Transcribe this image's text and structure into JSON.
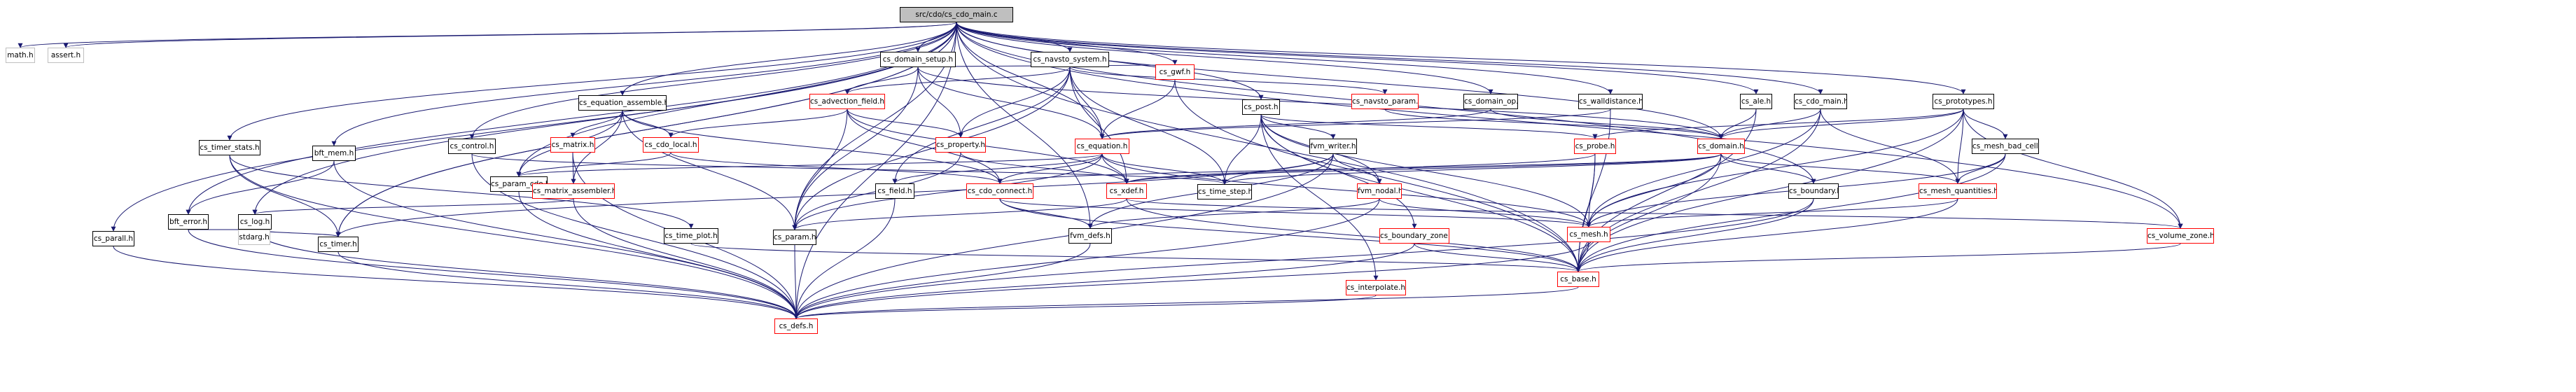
{
  "diagram": {
    "nodes": [
      {
        "id": "cs_cdo_main_c",
        "label": "src/cdo/cs_cdo_main.c",
        "kind": "root"
      },
      {
        "id": "math_h",
        "label": "math.h",
        "kind": "gray"
      },
      {
        "id": "assert_h",
        "label": "assert.h",
        "kind": "gray"
      },
      {
        "id": "cs_parall_h",
        "label": "cs_parall.h",
        "kind": "normal"
      },
      {
        "id": "bft_error_h",
        "label": "bft_error.h",
        "kind": "normal"
      },
      {
        "id": "cs_timer_stats_h",
        "label": "cs_timer_stats.h",
        "kind": "normal"
      },
      {
        "id": "cs_log_h",
        "label": "cs_log.h",
        "kind": "normal"
      },
      {
        "id": "stdarg_h",
        "label": "stdarg.h",
        "kind": "gray"
      },
      {
        "id": "cs_timer_h",
        "label": "cs_timer.h",
        "kind": "normal"
      },
      {
        "id": "bft_mem_h",
        "label": "bft_mem.h",
        "kind": "normal"
      },
      {
        "id": "cs_control_h",
        "label": "cs_control.h",
        "kind": "normal"
      },
      {
        "id": "cs_equation_assemble_h",
        "label": "cs_equation_assemble.h",
        "kind": "normal"
      },
      {
        "id": "cs_param_cdo_h",
        "label": "cs_param_cdo.h",
        "kind": "normal"
      },
      {
        "id": "cs_matrix_h",
        "label": "cs_matrix.h",
        "kind": "red"
      },
      {
        "id": "cs_matrix_assembler_h",
        "label": "cs_matrix_assembler.h",
        "kind": "red"
      },
      {
        "id": "cs_cdo_local_h",
        "label": "cs_cdo_local.h",
        "kind": "red"
      },
      {
        "id": "cs_domain_setup_h",
        "label": "cs_domain_setup.h",
        "kind": "normal"
      },
      {
        "id": "cs_advection_field_h",
        "label": "cs_advection_field.h",
        "kind": "red"
      },
      {
        "id": "cs_property_h",
        "label": "cs_property.h",
        "kind": "red"
      },
      {
        "id": "cs_time_plot_h",
        "label": "cs_time_plot.h",
        "kind": "normal"
      },
      {
        "id": "cs_param_h",
        "label": "cs_param.h",
        "kind": "normal"
      },
      {
        "id": "cs_defs_h",
        "label": "cs_defs.h",
        "kind": "red"
      },
      {
        "id": "cs_field_h",
        "label": "cs_field.h",
        "kind": "normal"
      },
      {
        "id": "cs_navsto_system_h",
        "label": "cs_navsto_system.h",
        "kind": "normal"
      },
      {
        "id": "cs_gwf_h",
        "label": "cs_gwf.h",
        "kind": "red"
      },
      {
        "id": "cs_equation_h",
        "label": "cs_equation.h",
        "kind": "red"
      },
      {
        "id": "cs_cdo_connect_h",
        "label": "cs_cdo_connect.h",
        "kind": "red"
      },
      {
        "id": "cs_xdef_h",
        "label": "cs_xdef.h",
        "kind": "red"
      },
      {
        "id": "fvm_defs_h",
        "label": "fvm_defs.h",
        "kind": "normal"
      },
      {
        "id": "cs_time_step_h",
        "label": "cs_time_step.h",
        "kind": "normal"
      },
      {
        "id": "cs_post_h",
        "label": "cs_post.h",
        "kind": "normal"
      },
      {
        "id": "cs_navsto_param_h",
        "label": "cs_navsto_param.h",
        "kind": "red"
      },
      {
        "id": "fvm_writer_h",
        "label": "fvm_writer.h",
        "kind": "normal"
      },
      {
        "id": "fvm_nodal_h",
        "label": "fvm_nodal.h",
        "kind": "red"
      },
      {
        "id": "cs_boundary_zone_h",
        "label": "cs_boundary_zone.h",
        "kind": "red"
      },
      {
        "id": "cs_interpolate_h",
        "label": "cs_interpolate.h",
        "kind": "red"
      },
      {
        "id": "cs_domain_op_h",
        "label": "cs_domain_op.h",
        "kind": "normal"
      },
      {
        "id": "cs_walldistance_h",
        "label": "cs_walldistance.h",
        "kind": "normal"
      },
      {
        "id": "cs_probe_h",
        "label": "cs_probe.h",
        "kind": "red"
      },
      {
        "id": "cs_domain_h",
        "label": "cs_domain.h",
        "kind": "red"
      },
      {
        "id": "cs_mesh_h",
        "label": "cs_mesh.h",
        "kind": "red"
      },
      {
        "id": "cs_base_h",
        "label": "cs_base.h",
        "kind": "red"
      },
      {
        "id": "cs_ale_h",
        "label": "cs_ale.h",
        "kind": "normal"
      },
      {
        "id": "cs_cdo_main_h",
        "label": "cs_cdo_main.h",
        "kind": "normal"
      },
      {
        "id": "cs_boundary_h",
        "label": "cs_boundary.h",
        "kind": "normal"
      },
      {
        "id": "cs_prototypes_h",
        "label": "cs_prototypes.h",
        "kind": "normal"
      },
      {
        "id": "cs_mesh_bad_cells_h",
        "label": "cs_mesh_bad_cells.h",
        "kind": "normal"
      },
      {
        "id": "cs_mesh_quantities_h",
        "label": "cs_mesh_quantities.h",
        "kind": "red"
      },
      {
        "id": "cs_volume_zone_h",
        "label": "cs_volume_zone.h",
        "kind": "red"
      }
    ],
    "edges": [
      [
        "cs_cdo_main_c",
        "math_h"
      ],
      [
        "cs_cdo_main_c",
        "assert_h"
      ],
      [
        "cs_cdo_main_c",
        "cs_parall_h"
      ],
      [
        "cs_cdo_main_c",
        "bft_error_h"
      ],
      [
        "cs_cdo_main_c",
        "cs_timer_stats_h"
      ],
      [
        "cs_cdo_main_c",
        "cs_log_h"
      ],
      [
        "cs_cdo_main_c",
        "cs_timer_h"
      ],
      [
        "cs_cdo_main_c",
        "bft_mem_h"
      ],
      [
        "cs_cdo_main_c",
        "cs_control_h"
      ],
      [
        "cs_cdo_main_c",
        "cs_equation_assemble_h"
      ],
      [
        "cs_cdo_main_c",
        "cs_domain_setup_h"
      ],
      [
        "cs_cdo_main_c",
        "cs_navsto_system_h"
      ],
      [
        "cs_cdo_main_c",
        "cs_gwf_h"
      ],
      [
        "cs_cdo_main_c",
        "cs_post_h"
      ],
      [
        "cs_cdo_main_c",
        "cs_domain_op_h"
      ],
      [
        "cs_cdo_main_c",
        "cs_walldistance_h"
      ],
      [
        "cs_cdo_main_c",
        "cs_ale_h"
      ],
      [
        "cs_cdo_main_c",
        "cs_cdo_main_h"
      ],
      [
        "cs_cdo_main_c",
        "cs_prototypes_h"
      ],
      [
        "cs_cdo_main_c",
        "cs_defs_h"
      ],
      [
        "cs_cdo_main_c",
        "cs_base_h"
      ],
      [
        "cs_cdo_main_c",
        "cs_equation_h"
      ],
      [
        "cs_cdo_main_c",
        "cs_param_cdo_h"
      ],
      [
        "cs_cdo_main_c",
        "cs_timer_h"
      ],
      [
        "cs_cdo_main_c",
        "cs_volume_zone_h"
      ],
      [
        "cs_cdo_main_c",
        "cs_boundary_h"
      ],
      [
        "cs_cdo_main_c",
        "cs_domain_h"
      ],
      [
        "cs_cdo_main_c",
        "cs_param_h"
      ],
      [
        "cs_cdo_main_c",
        "fvm_defs_h"
      ],
      [
        "cs_parall_h",
        "cs_defs_h"
      ],
      [
        "bft_error_h",
        "stdarg_h"
      ],
      [
        "bft_error_h",
        "cs_defs_h"
      ],
      [
        "cs_timer_stats_h",
        "cs_timer_h"
      ],
      [
        "cs_timer_stats_h",
        "cs_time_plot_h"
      ],
      [
        "cs_timer_stats_h",
        "cs_defs_h"
      ],
      [
        "cs_log_h",
        "stdarg_h"
      ],
      [
        "cs_log_h",
        "cs_timer_h"
      ],
      [
        "cs_log_h",
        "cs_defs_h"
      ],
      [
        "cs_timer_h",
        "cs_defs_h"
      ],
      [
        "bft_mem_h",
        "bft_error_h"
      ],
      [
        "bft_mem_h",
        "cs_defs_h"
      ],
      [
        "cs_control_h",
        "cs_time_step_h"
      ],
      [
        "cs_control_h",
        "cs_defs_h"
      ],
      [
        "cs_equation_assemble_h",
        "cs_param_cdo_h"
      ],
      [
        "cs_equation_assemble_h",
        "cs_matrix_h"
      ],
      [
        "cs_equation_assemble_h",
        "cs_matrix_assembler_h"
      ],
      [
        "cs_equation_assemble_h",
        "cs_cdo_local_h"
      ],
      [
        "cs_equation_assemble_h",
        "cs_cdo_connect_h"
      ],
      [
        "cs_equation_assemble_h",
        "cs_param_h"
      ],
      [
        "cs_param_cdo_h",
        "cs_defs_h"
      ],
      [
        "cs_matrix_h",
        "cs_matrix_assembler_h"
      ],
      [
        "cs_matrix_h",
        "cs_defs_h"
      ],
      [
        "cs_matrix_assembler_h",
        "cs_log_h"
      ],
      [
        "cs_matrix_assembler_h",
        "cs_defs_h"
      ],
      [
        "cs_cdo_local_h",
        "cs_param_cdo_h"
      ],
      [
        "cs_cdo_local_h",
        "cs_cdo_connect_h"
      ],
      [
        "cs_domain_setup_h",
        "cs_advection_field_h"
      ],
      [
        "cs_domain_setup_h",
        "cs_property_h"
      ],
      [
        "cs_domain_setup_h",
        "cs_equation_h"
      ],
      [
        "cs_domain_setup_h",
        "cs_gwf_h"
      ],
      [
        "cs_domain_setup_h",
        "cs_domain_h"
      ],
      [
        "cs_domain_setup_h",
        "cs_param_h"
      ],
      [
        "cs_advection_field_h",
        "cs_cdo_local_h"
      ],
      [
        "cs_advection_field_h",
        "cs_property_h"
      ],
      [
        "cs_advection_field_h",
        "cs_xdef_h"
      ],
      [
        "cs_advection_field_h",
        "cs_param_h"
      ],
      [
        "cs_advection_field_h",
        "cs_cdo_connect_h"
      ],
      [
        "cs_property_h",
        "cs_param_h"
      ],
      [
        "cs_property_h",
        "cs_xdef_h"
      ],
      [
        "cs_time_plot_h",
        "cs_base_h"
      ],
      [
        "cs_param_h",
        "cs_defs_h"
      ],
      [
        "cs_field_h",
        "cs_defs_h"
      ],
      [
        "cs_navsto_system_h",
        "cs_advection_field_h"
      ],
      [
        "cs_navsto_system_h",
        "cs_equation_h"
      ],
      [
        "cs_navsto_system_h",
        "cs_navsto_param_h"
      ],
      [
        "cs_navsto_system_h",
        "cs_property_h"
      ],
      [
        "cs_navsto_system_h",
        "cs_field_h"
      ],
      [
        "cs_navsto_system_h",
        "cs_time_step_h"
      ],
      [
        "cs_navsto_system_h",
        "cs_xdef_h"
      ],
      [
        "cs_navsto_system_h",
        "cs_param_h"
      ],
      [
        "cs_gwf_h",
        "cs_equation_h"
      ],
      [
        "cs_gwf_h",
        "cs_base_h"
      ],
      [
        "cs_equation_h",
        "cs_param_cdo_h"
      ],
      [
        "cs_equation_h",
        "cs_cdo_connect_h"
      ],
      [
        "cs_equation_h",
        "cs_xdef_h"
      ],
      [
        "cs_equation_h",
        "cs_time_step_h"
      ],
      [
        "cs_equation_h",
        "cs_field_h"
      ],
      [
        "cs_equation_h",
        "cs_param_h"
      ],
      [
        "cs_equation_h",
        "cs_mesh_h"
      ],
      [
        "cs_cdo_connect_h",
        "fvm_defs_h"
      ],
      [
        "cs_cdo_connect_h",
        "cs_mesh_h"
      ],
      [
        "cs_cdo_connect_h",
        "cs_base_h"
      ],
      [
        "cs_xdef_h",
        "cs_param_h"
      ],
      [
        "cs_xdef_h",
        "cs_base_h"
      ],
      [
        "cs_xdef_h",
        "cs_volume_zone_h"
      ],
      [
        "fvm_defs_h",
        "cs_defs_h"
      ],
      [
        "cs_post_h",
        "fvm_writer_h"
      ],
      [
        "cs_post_h",
        "fvm_nodal_h"
      ],
      [
        "cs_post_h",
        "cs_time_step_h"
      ],
      [
        "cs_post_h",
        "cs_probe_h"
      ],
      [
        "cs_post_h",
        "cs_mesh_h"
      ],
      [
        "cs_post_h",
        "cs_base_h"
      ],
      [
        "cs_post_h",
        "cs_interpolate_h"
      ],
      [
        "cs_post_h",
        "cs_boundary_zone_h"
      ],
      [
        "cs_navsto_param_h",
        "cs_domain_h"
      ],
      [
        "fvm_writer_h",
        "fvm_nodal_h"
      ],
      [
        "fvm_writer_h",
        "fvm_defs_h"
      ],
      [
        "fvm_writer_h",
        "cs_timer_h"
      ],
      [
        "fvm_writer_h",
        "cs_defs_h"
      ],
      [
        "fvm_writer_h",
        "cs_time_step_h"
      ],
      [
        "fvm_nodal_h",
        "fvm_defs_h"
      ],
      [
        "fvm_nodal_h",
        "cs_mesh_h"
      ],
      [
        "fvm_nodal_h",
        "cs_defs_h"
      ],
      [
        "cs_boundary_zone_h",
        "cs_base_h"
      ],
      [
        "cs_boundary_zone_h",
        "cs_defs_h"
      ],
      [
        "cs_interpolate_h",
        "cs_defs_h"
      ],
      [
        "cs_domain_op_h",
        "cs_equation_h"
      ],
      [
        "cs_domain_op_h",
        "cs_domain_h"
      ],
      [
        "cs_walldistance_h",
        "cs_equation_h"
      ],
      [
        "cs_walldistance_h",
        "cs_base_h"
      ],
      [
        "cs_probe_h",
        "cs_mesh_h"
      ],
      [
        "cs_probe_h",
        "cs_base_h"
      ],
      [
        "cs_probe_h",
        "cs_xdef_h"
      ],
      [
        "cs_domain_h",
        "cs_time_step_h"
      ],
      [
        "cs_domain_h",
        "cs_mesh_h"
      ],
      [
        "cs_domain_h",
        "cs_xdef_h"
      ],
      [
        "cs_domain_h",
        "cs_boundary_h"
      ],
      [
        "cs_domain_h",
        "cs_mesh_quantities_h"
      ],
      [
        "cs_domain_h",
        "cs_cdo_connect_h"
      ],
      [
        "cs_domain_h",
        "cs_base_h"
      ],
      [
        "cs_mesh_h",
        "cs_base_h"
      ],
      [
        "cs_mesh_h",
        "cs_defs_h"
      ],
      [
        "cs_base_h",
        "cs_defs_h"
      ],
      [
        "cs_ale_h",
        "cs_domain_h"
      ],
      [
        "cs_ale_h",
        "cs_base_h"
      ],
      [
        "cs_cdo_main_h",
        "cs_domain_h"
      ],
      [
        "cs_cdo_main_h",
        "cs_mesh_h"
      ],
      [
        "cs_cdo_main_h",
        "cs_mesh_quantities_h"
      ],
      [
        "cs_cdo_main_h",
        "cs_base_h"
      ],
      [
        "cs_boundary_h",
        "cs_base_h"
      ],
      [
        "cs_boundary_h",
        "cs_defs_h"
      ],
      [
        "cs_prototypes_h",
        "cs_domain_h"
      ],
      [
        "cs_prototypes_h",
        "cs_probe_h"
      ],
      [
        "cs_prototypes_h",
        "cs_mesh_bad_cells_h"
      ],
      [
        "cs_prototypes_h",
        "cs_mesh_quantities_h"
      ],
      [
        "cs_prototypes_h",
        "cs_volume_zone_h"
      ],
      [
        "cs_prototypes_h",
        "cs_mesh_h"
      ],
      [
        "cs_prototypes_h",
        "cs_base_h"
      ],
      [
        "cs_mesh_bad_cells_h",
        "cs_mesh_h"
      ],
      [
        "cs_mesh_bad_cells_h",
        "cs_mesh_quantities_h"
      ],
      [
        "cs_mesh_bad_cells_h",
        "cs_base_h"
      ],
      [
        "cs_mesh_quantities_h",
        "cs_mesh_h"
      ],
      [
        "cs_mesh_quantities_h",
        "cs_base_h"
      ],
      [
        "cs_volume_zone_h",
        "cs_base_h"
      ]
    ]
  }
}
